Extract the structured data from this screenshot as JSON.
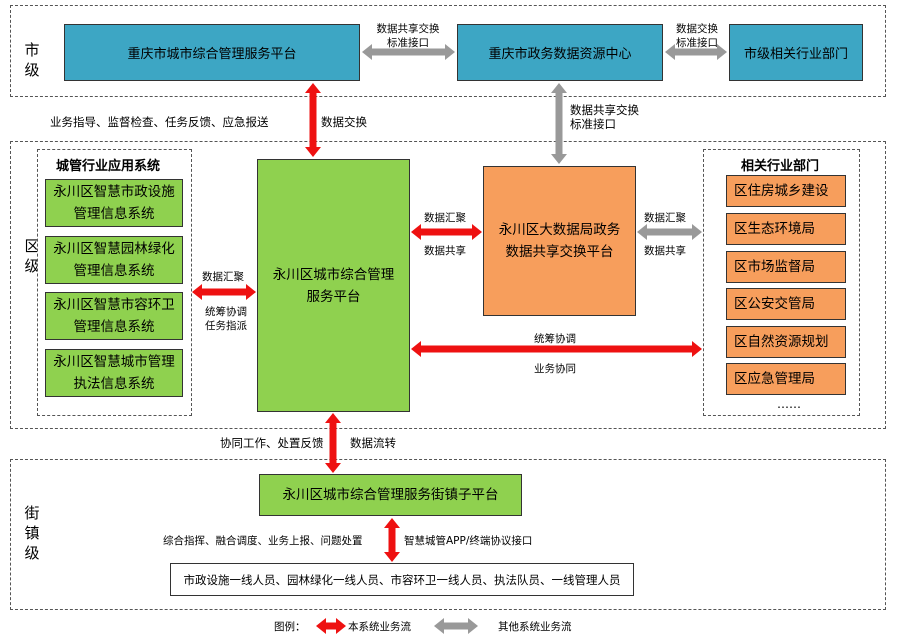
{
  "levels": {
    "city": "市级",
    "district": "区级",
    "street": "街镇级"
  },
  "city": {
    "platform": "重庆市城市综合管理服务平台",
    "data_center": "重庆市政务数据资源中心",
    "industry": "市级相关行业部门",
    "link1": "数据共享交换标准接口",
    "link2": "数据交换标准接口"
  },
  "between_city_district": {
    "left": "业务指导、监督检查、任务反馈、应急报送",
    "right": "数据交换",
    "gray": "数据共享交换标准接口"
  },
  "district": {
    "apps_title": "城管行业应用系统",
    "apps": [
      "永川区智慧市政设施管理信息系统",
      "永川区智慧园林绿化管理信息系统",
      "永川区智慧市容环卫管理信息系统",
      "永川区智慧城市管理执法信息系统"
    ],
    "main_platform": "永川区城市综合管理服务平台",
    "bigdata": "永川区大数据局政务数据共享交换平台",
    "depts_title": "相关行业部门",
    "depts": [
      "区住房城乡建设",
      "区生态环境局",
      "区市场监督局",
      "区公安交管局",
      "区自然资源规划",
      "区应急管理局"
    ],
    "depts_more": "……",
    "apps_link_top": "数据汇聚",
    "apps_link_bottom": "统筹协调任务指派",
    "bigdata_link_top": "数据汇聚",
    "bigdata_link_bottom": "数据共享",
    "depts_link_top": "数据汇聚",
    "depts_link_bottom": "数据共享",
    "long_link_top": "统筹协调",
    "long_link_bottom": "业务协同"
  },
  "between_district_street": {
    "left": "协同工作、处置反馈",
    "right": "数据流转"
  },
  "street": {
    "sub_platform": "永川区城市综合管理服务街镇子平台",
    "left_label": "综合指挥、融合调度、业务上报、问题处置",
    "right_label": "智慧城管APP/终端协议接口",
    "staff": "市政设施一线人员、园林绿化一线人员、市容环卫一线人员、执法队员、一线管理人员"
  },
  "legend": {
    "label": "图例：",
    "red": "本系统业务流",
    "gray": "其他系统业务流",
    "colors": {
      "red": "#ee1111",
      "gray": "#999999"
    }
  }
}
